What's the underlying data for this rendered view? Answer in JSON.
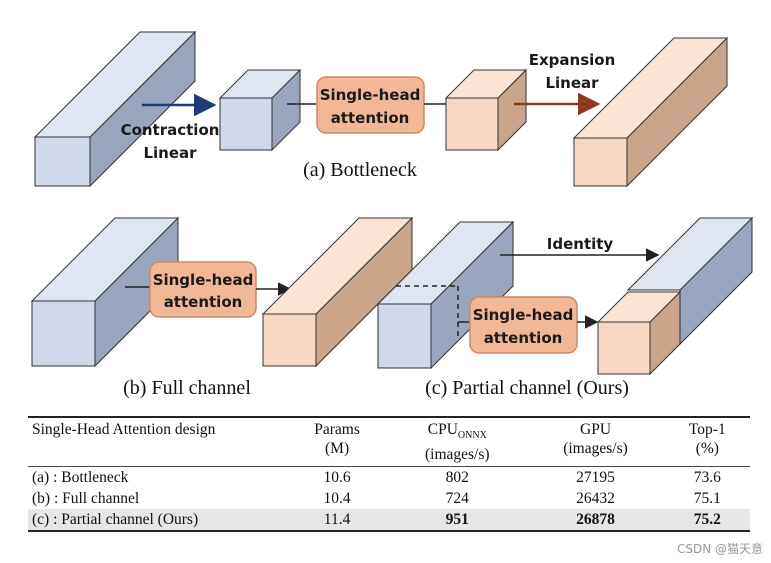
{
  "panels": {
    "bottleneck": {
      "caption": "(a) Bottleneck",
      "contraction_label_line1": "Contraction",
      "contraction_label_line2": "Linear",
      "expansion_label_line1": "Expansion",
      "expansion_label_line2": "Linear",
      "attention_line1": "Single-head",
      "attention_line2": "attention"
    },
    "full_channel": {
      "caption": "(b) Full channel",
      "attention_line1": "Single-head",
      "attention_line2": "attention"
    },
    "partial_channel": {
      "caption": "(c) Partial channel (Ours)",
      "identity_label": "Identity",
      "attention_line1": "Single-head",
      "attention_line2": "attention"
    }
  },
  "colors": {
    "input_block": "#cfd9ea",
    "output_block": "#f6d8c4",
    "attention_box": "#f2b896",
    "attention_border": "#c98a63",
    "expansion_arrow": "#8b3a1e",
    "contraction_arrow": "#1f3a78"
  },
  "table": {
    "headers": {
      "design": "Single-Head Attention design",
      "params_line1": "Params",
      "params_line2": "(M)",
      "cpu_main": "CPU",
      "cpu_sub": "ONNX",
      "cpu_line2": "(images/s)",
      "gpu_line1": "GPU",
      "gpu_line2": "(images/s)",
      "top1_line1": "Top-1",
      "top1_line2": "(%)"
    },
    "rows": [
      {
        "design": "(a) : Bottleneck",
        "params": "10.6",
        "cpu": "802",
        "gpu": "27195",
        "top1": "73.6"
      },
      {
        "design": "(b) : Full channel",
        "params": "10.4",
        "cpu": "724",
        "gpu": "26432",
        "top1": "75.1"
      },
      {
        "design": "(c) : Partial channel (Ours)",
        "params": "11.4",
        "cpu": "951",
        "gpu": "26878",
        "top1": "75.2"
      }
    ]
  },
  "watermark": "CSDN @猫天意"
}
